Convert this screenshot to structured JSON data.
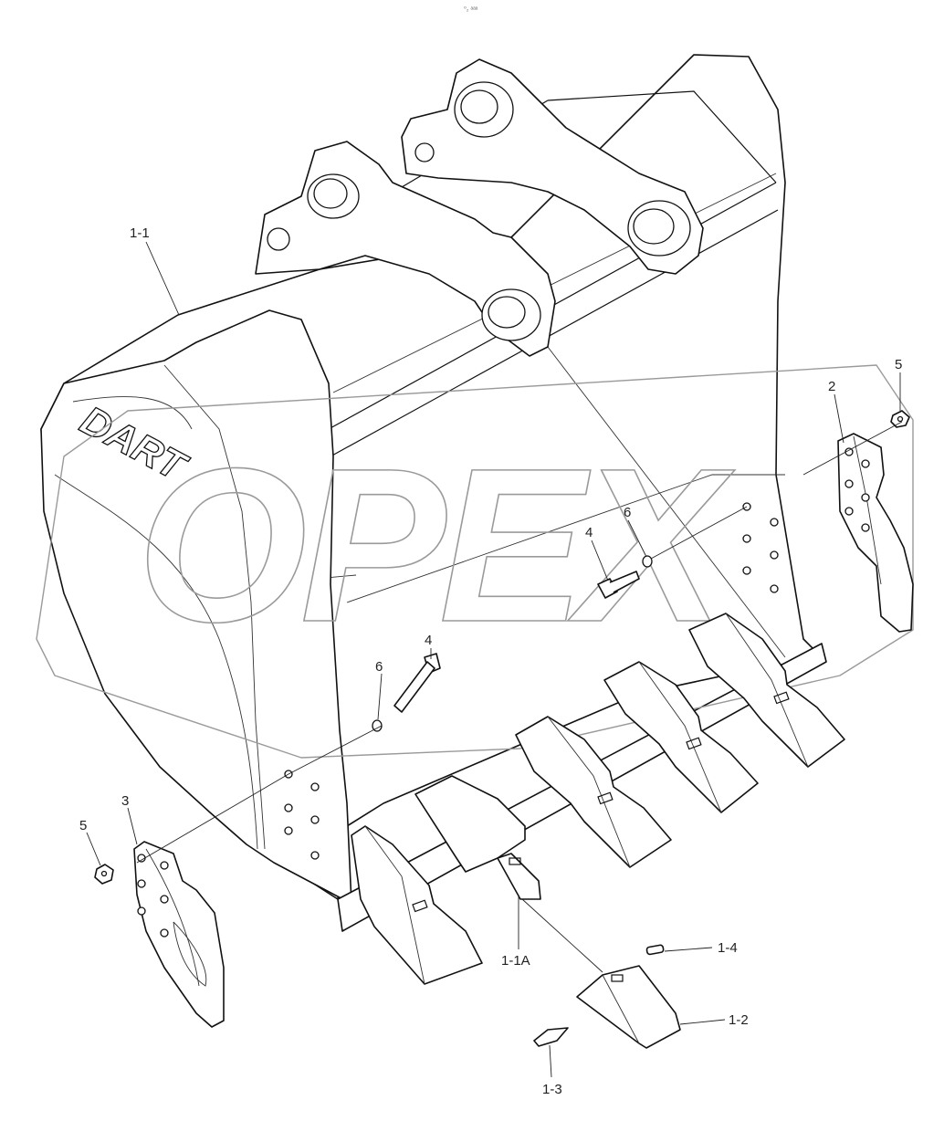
{
  "diagram": {
    "watermark": "OPEX",
    "logo_text": "DART",
    "header_mark": "⁰₂ ᵃᵃᵃ",
    "labels": [
      {
        "id": "label-1-1",
        "text": "1-1"
      },
      {
        "id": "label-2",
        "text": "2"
      },
      {
        "id": "label-5-right",
        "text": "5"
      },
      {
        "id": "label-6-right",
        "text": "6"
      },
      {
        "id": "label-4-right",
        "text": "4"
      },
      {
        "id": "label-4-center",
        "text": "4"
      },
      {
        "id": "label-6-center",
        "text": "6"
      },
      {
        "id": "label-3",
        "text": "3"
      },
      {
        "id": "label-5-left",
        "text": "5"
      },
      {
        "id": "label-1-1a",
        "text": "1-1A"
      },
      {
        "id": "label-1-4",
        "text": "1-4"
      },
      {
        "id": "label-1-2",
        "text": "1-2"
      },
      {
        "id": "label-1-3",
        "text": "1-3"
      }
    ]
  }
}
